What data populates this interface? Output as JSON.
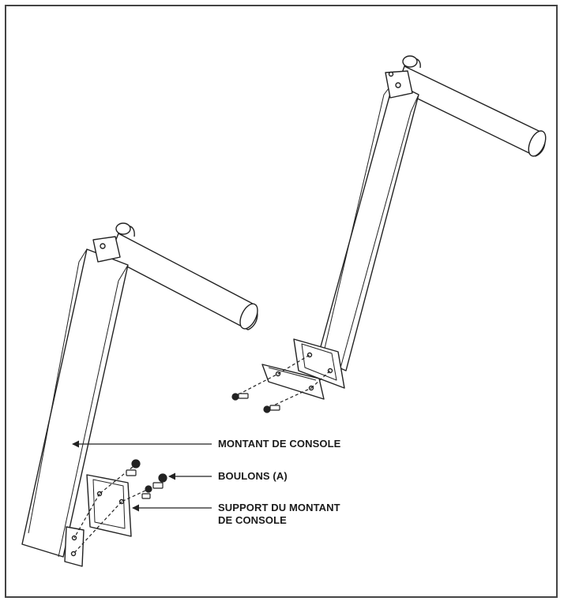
{
  "callouts": {
    "montant": "MONTANT DE CONSOLE",
    "boulons": "BOULONS (A)",
    "support_line1": "SUPPORT DU MONTANT",
    "support_line2": "DE CONSOLE"
  },
  "colors": {
    "line": "#222222",
    "fill": "#ffffff",
    "frame": "#444444"
  }
}
